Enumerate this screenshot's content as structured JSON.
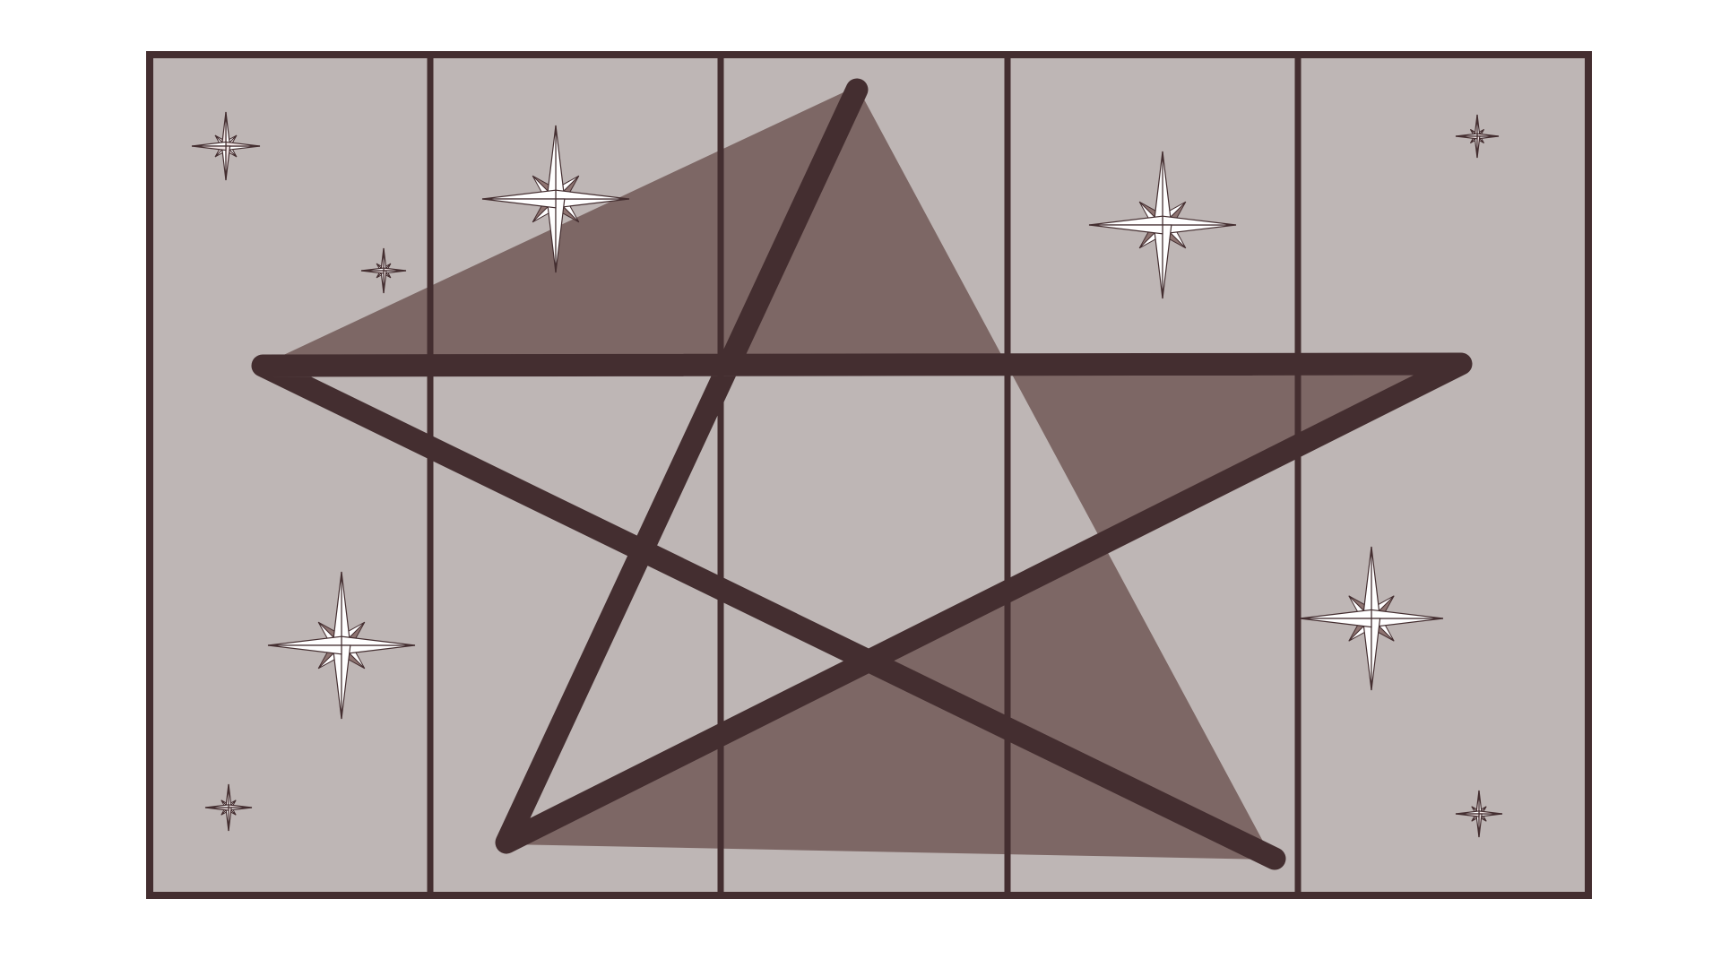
{
  "image": {
    "kind": "pentagram-banner-illustration",
    "panel_count": 5,
    "colors": {
      "page_background": "#ffffff",
      "panel_fill": "#beb6b5",
      "star_fill": "#7d6765",
      "outline": "#442e30",
      "sparkle_light": "#ffffff",
      "sparkle_blush": "#efe3e3",
      "sparkle_dark": "#8e7471"
    },
    "main_star": {
      "icon": "pentagram-icon",
      "points": 5
    },
    "sparkles": [
      {
        "name": "sparkle-icon-1",
        "variant": "small"
      },
      {
        "name": "sparkle-icon-2",
        "variant": "tiny"
      },
      {
        "name": "sparkle-icon-3",
        "variant": "large"
      },
      {
        "name": "sparkle-icon-4",
        "variant": "small"
      },
      {
        "name": "sparkle-icon-5",
        "variant": "large"
      },
      {
        "name": "sparkle-icon-6",
        "variant": "large"
      },
      {
        "name": "sparkle-icon-7",
        "variant": "tiny"
      },
      {
        "name": "sparkle-icon-8",
        "variant": "large"
      },
      {
        "name": "sparkle-icon-9",
        "variant": "tiny"
      }
    ]
  }
}
